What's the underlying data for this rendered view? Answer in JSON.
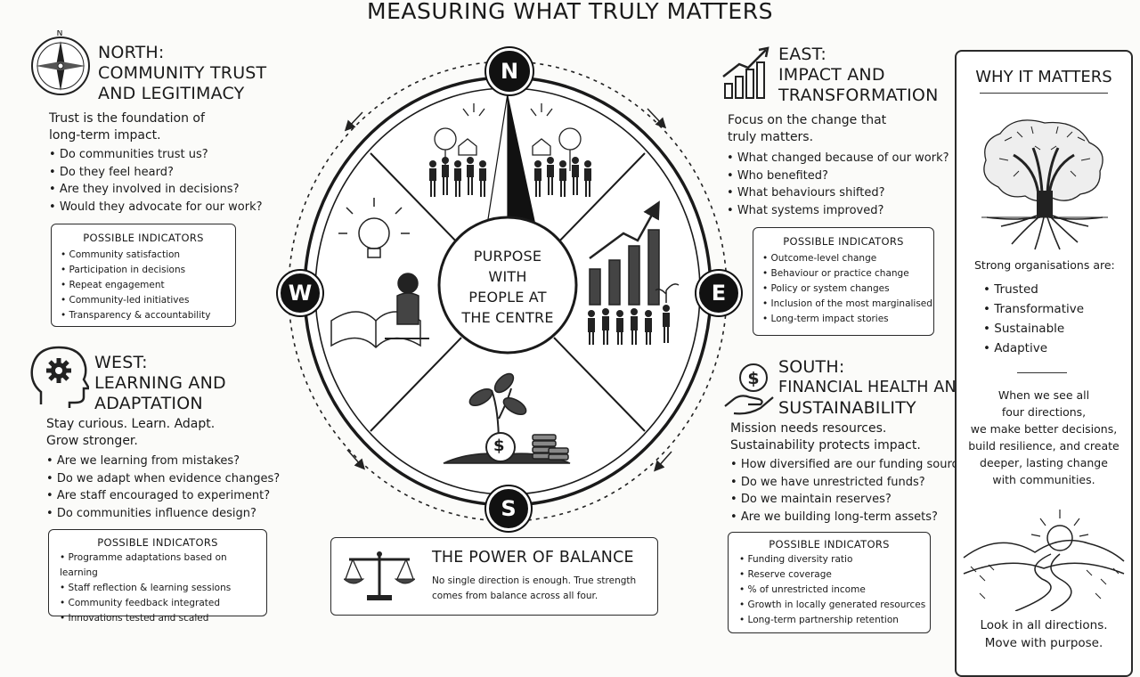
{
  "title": "MEASURING WHAT TRULY MATTERS",
  "center": [
    "PURPOSE",
    "WITH",
    "PEOPLE AT",
    "THE CENTRE"
  ],
  "compass": {
    "n": "N",
    "s": "S",
    "e": "E",
    "w": "W"
  },
  "north": {
    "heading": [
      "NORTH:",
      "COMMUNITY TRUST",
      "AND LEGITIMACY"
    ],
    "intro": [
      "Trust is the foundation of",
      "long-term impact."
    ],
    "questions": [
      "Do communities trust us?",
      "Do they feel heard?",
      "Are they involved in decisions?",
      "Would they advocate for our work?"
    ],
    "indicators_title": "POSSIBLE INDICATORS",
    "indicators": [
      "Community satisfaction",
      "Participation in decisions",
      "Repeat engagement",
      "Community-led initiatives",
      "Transparency & accountability"
    ]
  },
  "west": {
    "heading": [
      "WEST:",
      "LEARNING AND",
      "ADAPTATION"
    ],
    "intro": [
      "Stay curious. Learn. Adapt.",
      "Grow stronger."
    ],
    "questions": [
      "Are we learning from mistakes?",
      "Do we adapt when evidence changes?",
      "Are staff encouraged to experiment?",
      "Do communities influence design?"
    ],
    "indicators_title": "POSSIBLE INDICATORS",
    "indicators": [
      "Programme adaptations based on learning",
      "Staff reflection & learning sessions",
      "Community feedback integrated",
      "Innovations tested and scaled"
    ]
  },
  "east": {
    "heading": [
      "EAST:",
      "IMPACT AND",
      "TRANSFORMATION"
    ],
    "intro": [
      "Focus on the change that",
      "truly matters."
    ],
    "questions": [
      "What changed because of our work?",
      "Who benefited?",
      "What behaviours shifted?",
      "What systems improved?"
    ],
    "indicators_title": "POSSIBLE INDICATORS",
    "indicators": [
      "Outcome-level change",
      "Behaviour or practice change",
      "Policy or system changes",
      "Inclusion of the most marginalised",
      "Long-term impact stories"
    ]
  },
  "south": {
    "heading": [
      "SOUTH:",
      "FINANCIAL HEALTH AND",
      "SUSTAINABILITY"
    ],
    "intro": [
      "Mission needs resources.",
      "Sustainability protects impact."
    ],
    "questions": [
      "How diversified are our funding sources?",
      "Do we have unrestricted funds?",
      "Do we maintain reserves?",
      "Are we building long-term assets?"
    ],
    "indicators_title": "POSSIBLE INDICATORS",
    "indicators": [
      "Funding diversity ratio",
      "Reserve coverage",
      "% of unrestricted income",
      "Growth in locally generated resources",
      "Long-term partnership retention"
    ]
  },
  "balance": {
    "title": "THE POWER OF BALANCE",
    "text": "No single direction is enough. True strength comes from balance across all four."
  },
  "why": {
    "title": "WHY IT MATTERS",
    "lead": "Strong organisations are:",
    "items": [
      "Trusted",
      "Transformative",
      "Sustainable",
      "Adaptive"
    ],
    "para": [
      "When we see all",
      "four directions,",
      "we make better decisions,",
      "build resilience, and create",
      "deeper, lasting change",
      "with communities."
    ],
    "footer": [
      "Look in all directions.",
      "Move with purpose."
    ]
  }
}
